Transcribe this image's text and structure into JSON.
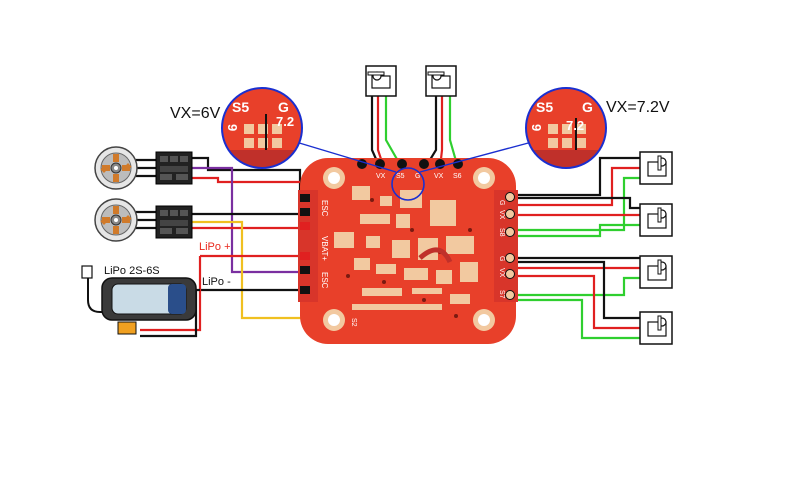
{
  "labels": {
    "vx_left": "VX=6V",
    "vx_right": "VX=7.2V",
    "lipo_plus": "LiPo +",
    "lipo_minus": "LiPo -",
    "battery": "LiPo 2S-6S"
  },
  "zoom_left": {
    "s5": "S5",
    "g": "G",
    "nine": "9",
    "vtxt": "7.2"
  },
  "zoom_right": {
    "s5": "S5",
    "g": "G",
    "nine": "9",
    "vtxt": "7.2"
  },
  "board": {
    "top_pads": [
      "VX",
      "S5",
      "G",
      "VX",
      "S6"
    ],
    "right_pads_upper": [
      "G",
      "VX",
      "S8"
    ],
    "right_pads_lower": [
      "G",
      "VX",
      "S7"
    ],
    "left_pads": [
      "ESC",
      "VBAT+",
      "ESC"
    ],
    "bottom_pad": "S2"
  },
  "colors": {
    "board": "#e8402a",
    "pad": "#f2c9a0",
    "wire_red": "#e02020",
    "wire_black": "#111111",
    "wire_green": "#2fcf2f",
    "wire_purple": "#7a2fa0",
    "wire_yellow": "#f0c020",
    "zoom_ring": "#1a2fd0"
  }
}
